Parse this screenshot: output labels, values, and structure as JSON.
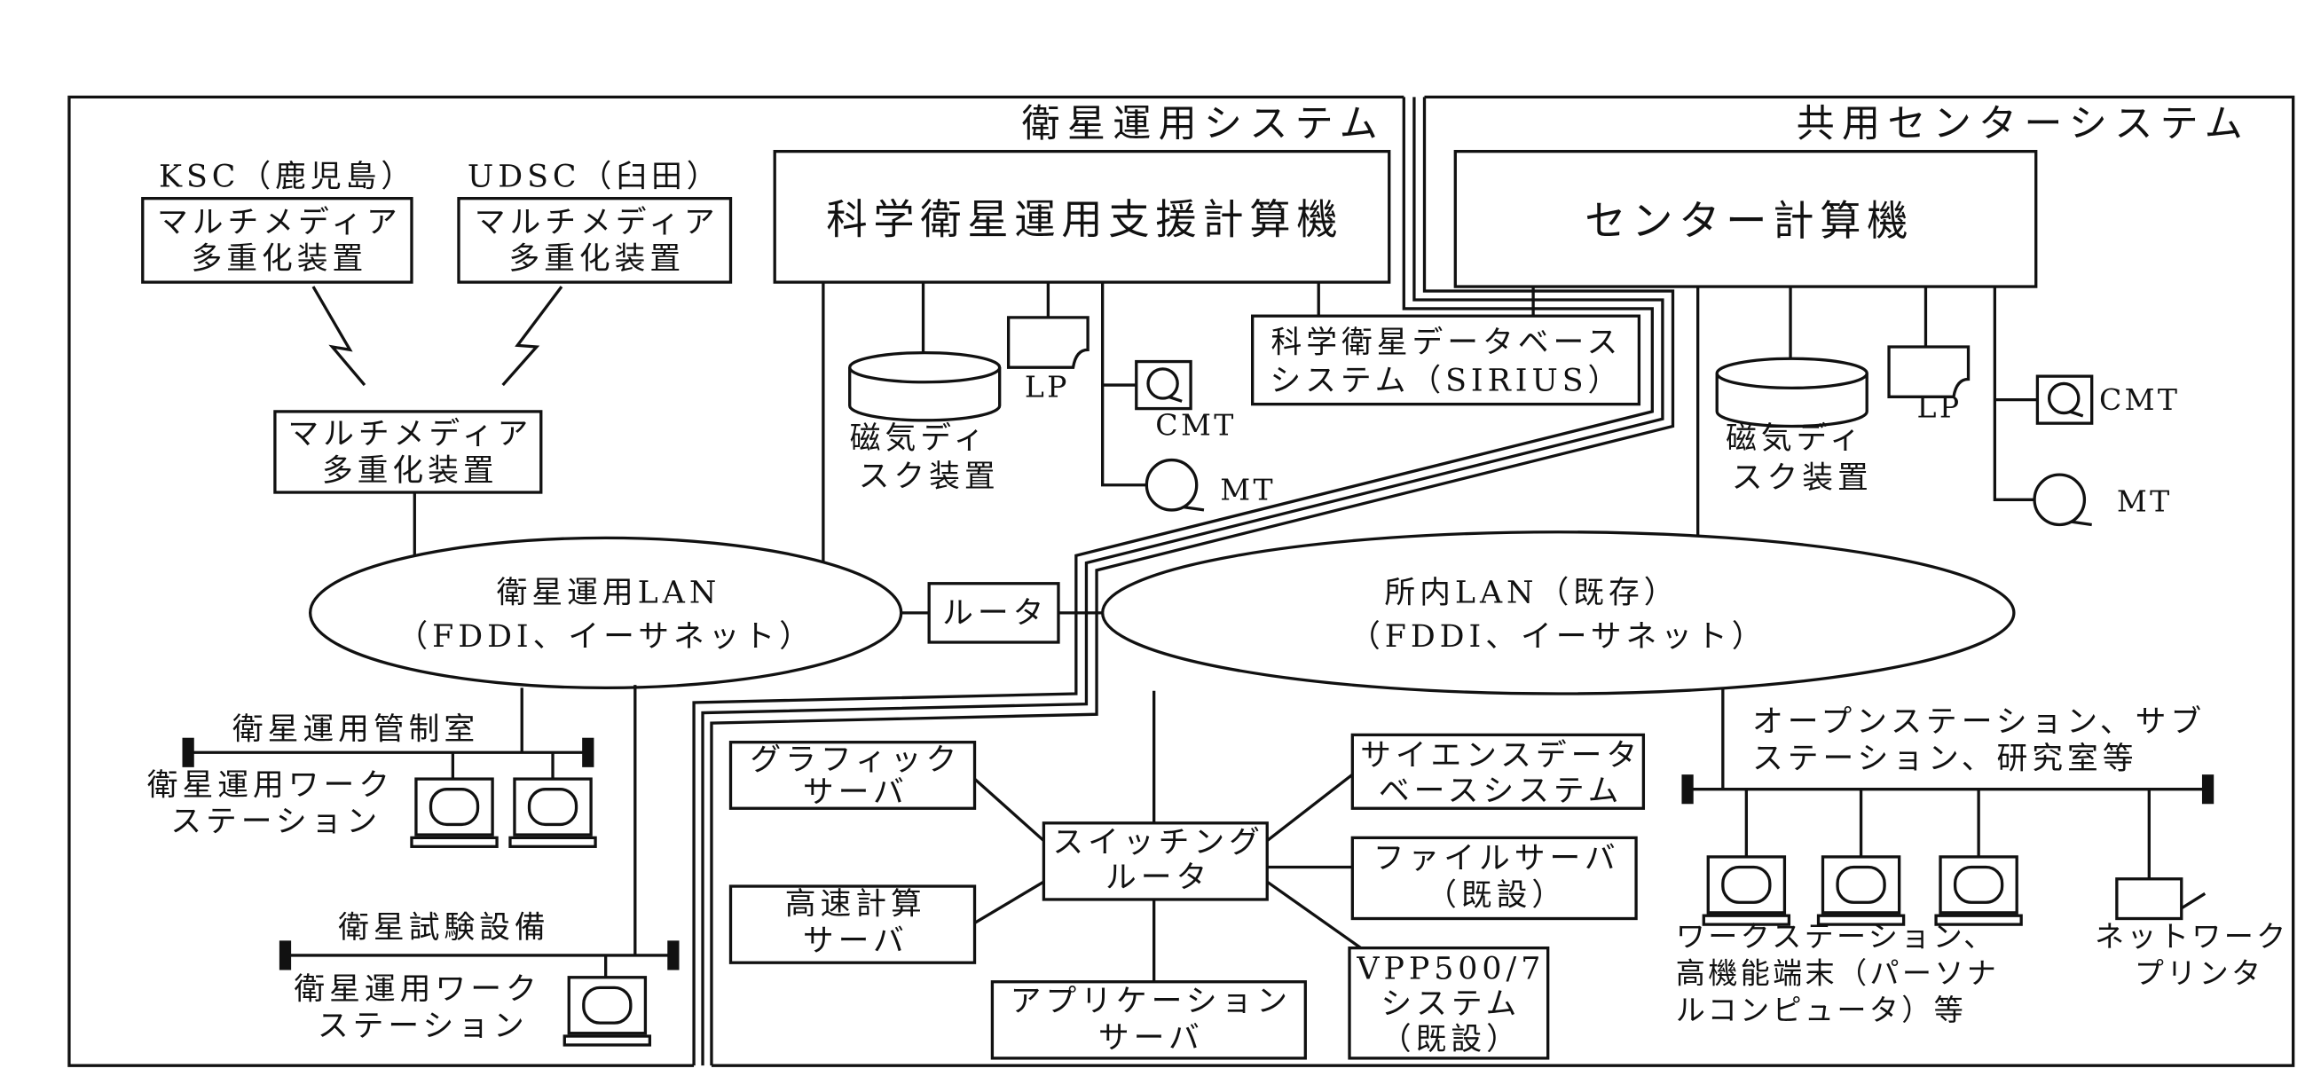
{
  "systems": {
    "satellite_ops_title": "衛星運用システム",
    "shared_center_title": "共用センターシステム"
  },
  "ground_stations": [
    {
      "name": "KSC（鹿児島）",
      "device": [
        "マルチメディア",
        "多重化装置"
      ]
    },
    {
      "name": "UDSC（臼田）",
      "device": [
        "マルチメディア",
        "多重化装置"
      ]
    }
  ],
  "mux_device": [
    "マルチメディア",
    "多重化装置"
  ],
  "sat_lan": {
    "name": "衛星運用LAN",
    "protocol": "（FDDI、イーサネット）"
  },
  "router": "ルータ",
  "campus_lan": {
    "name": "所内LAN（既存）",
    "protocol": "（FDDI、イーサネット）"
  },
  "control_room": {
    "title": "衛星運用管制室",
    "workstation": [
      "衛星運用ワーク",
      "ステーション"
    ]
  },
  "test_facility": {
    "title": "衛星試験設備",
    "workstation": [
      "衛星運用ワーク",
      "ステーション"
    ]
  },
  "science_computer": {
    "title": "科学衛星運用支援計算機",
    "disk": [
      "磁気ディ",
      "スク装置"
    ],
    "lp": "LP",
    "cmt": "CMT",
    "mt": "MT"
  },
  "sirius": [
    "科学衛星データベース",
    "システム（SIRIUS）"
  ],
  "center_computer": {
    "title": "センター計算機",
    "disk": [
      "磁気ディ",
      "スク装置"
    ],
    "lp": "LP",
    "cmt": "CMT",
    "mt": "MT"
  },
  "switching_router": [
    "スイッチング",
    "ルータ"
  ],
  "servers": {
    "graphic": [
      "グラフィック",
      "サーバ"
    ],
    "hpc": [
      "高速計算",
      "サーバ"
    ],
    "application": [
      "アプリケーション",
      "サーバ"
    ],
    "science_db": [
      "サイエンスデータ",
      "ベースシステム"
    ],
    "file": [
      "ファイルサーバ",
      "（既設）"
    ],
    "vpp": [
      "VPP500/7",
      "システム",
      "（既設）"
    ]
  },
  "open_stations": {
    "title": [
      "オープンステーション、サブ",
      "ステーション、研究室等"
    ],
    "workstations": [
      "ワークステーション、",
      "高機能端末（パーソナ",
      "ルコンピュータ）等"
    ],
    "printer": [
      "ネットワーク",
      "プリンタ"
    ]
  }
}
